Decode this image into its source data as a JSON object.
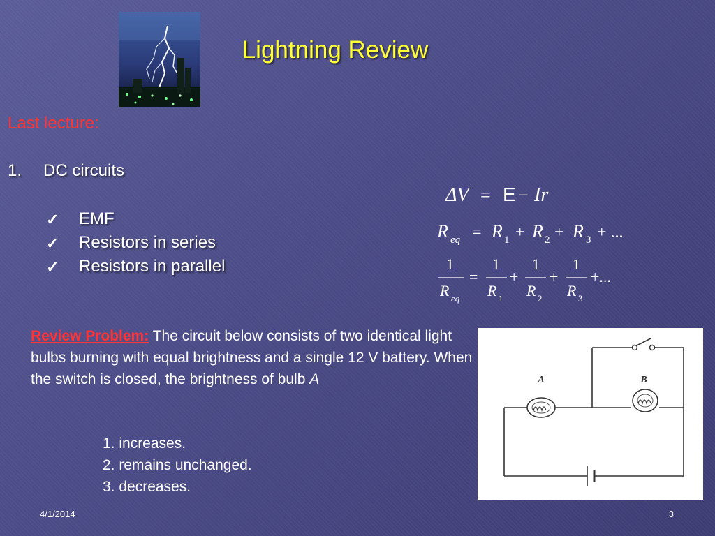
{
  "title": "Lightning Review",
  "last_lecture": "Last lecture:",
  "topic": {
    "number": "1.",
    "text": "DC circuits"
  },
  "subtopics": [
    {
      "check": "✓",
      "text": "EMF"
    },
    {
      "check": "✓",
      "text": "Resistors in series"
    },
    {
      "check": "✓",
      "text": "Resistors in parallel"
    }
  ],
  "equations": {
    "eq1": {
      "delta_v": "ΔV",
      "equals": "=",
      "emf": "E",
      "minus": "−",
      "ir": "Ir"
    },
    "eq2": {
      "r": "R",
      "eq": "eq",
      "equals": "=",
      "r1": "R",
      "s1": "1",
      "plus": "+",
      "r2": "R",
      "s2": "2",
      "r3": "R",
      "s3": "3",
      "dots": "+ ..."
    },
    "eq3": {
      "one": "1",
      "equals": "=",
      "plus": "+",
      "dots": "+...",
      "r": "R",
      "eq": "eq",
      "s1": "1",
      "s2": "2",
      "s3": "3"
    }
  },
  "problem": {
    "label": "Review Problem:",
    "text": " The circuit below consists of two identical light bulbs burning with equal brightness and a single 12 V battery. When the switch is closed, the brightness of bulb ",
    "bulb": "A"
  },
  "choices": [
    "1. increases.",
    "2. remains unchanged.",
    "3. decreases."
  ],
  "circuit": {
    "bulb_a": "A",
    "bulb_b": "B"
  },
  "footer": {
    "date": "4/1/2014",
    "page": "3"
  },
  "colors": {
    "title": "#ffff33",
    "accent_red": "#ff3333",
    "text": "#ffffff"
  }
}
